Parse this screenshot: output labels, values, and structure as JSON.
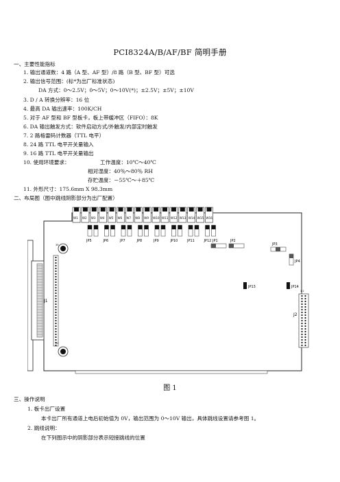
{
  "title": "PCI8324A/B/AF/BF 简明手册",
  "section1": {
    "heading": "一、主要性能指标",
    "items": [
      "1.  输出通道数：4 路（A 型、AF 型）/8 路（B 型、BF 型）可选",
      "2.  输出信号范围：(标*为出厂标准状态)",
      "DA 方式：0～2.5V；0～5V；0～10V(*)；±2.5V；±5V；±10V",
      "3.  D / A 转换分辨率：16 位",
      "4.  最高 DA 输出速率：100K/CH",
      "5.  对于 AF 型和 BF 型板卡，板上带缓冲区（FIFO）：8K",
      "6.  DA 输出触发方式：软件启动方式/外触发/内部定时触发",
      "7.  2 路格雷码计数器（TTL 电平）",
      "8.  24 路 TTL 电平开关量输入",
      "9.  16 路 TTL 电平开关量输出",
      "10. 使用环境要求：",
      "工作温度：10℃～40℃",
      "相对湿度：40％～80％ RH",
      "存贮温度：－55℃～＋85℃",
      "11. 外形尺寸：175.6mm X 98.3mm"
    ]
  },
  "section2": {
    "heading": "二、布局图（图中跳线阴影部分为出厂配置）"
  },
  "board": {
    "top_jumpers": [
      "W1",
      "W2",
      "W3",
      "W4",
      "W5",
      "W6",
      "W7",
      "W8",
      "W9",
      "W10",
      "W11",
      "W12",
      "W13",
      "W14",
      "W15",
      "W16"
    ],
    "jp_row": [
      "JP5",
      "JP6",
      "JP7",
      "JP8",
      "JP9",
      "JP10",
      "JP11",
      "JP12"
    ],
    "jp_right": [
      "JP1",
      "JP2",
      "JP3",
      "JP4",
      "JP13",
      "JP14"
    ],
    "connectors": [
      "J1",
      "J2"
    ]
  },
  "figure_caption": "图 1",
  "section3": {
    "heading": "三、操作说明",
    "items": [
      "1.  板卡出厂设置",
      "本卡出厂所有通道上电后初始值为 0V，输出范围为 0～10V 输出，具体跳线设置请参考图 1。",
      "2.  跳线说明：",
      "在下列图示中的阴影部分表示短接跳线的位置"
    ]
  }
}
